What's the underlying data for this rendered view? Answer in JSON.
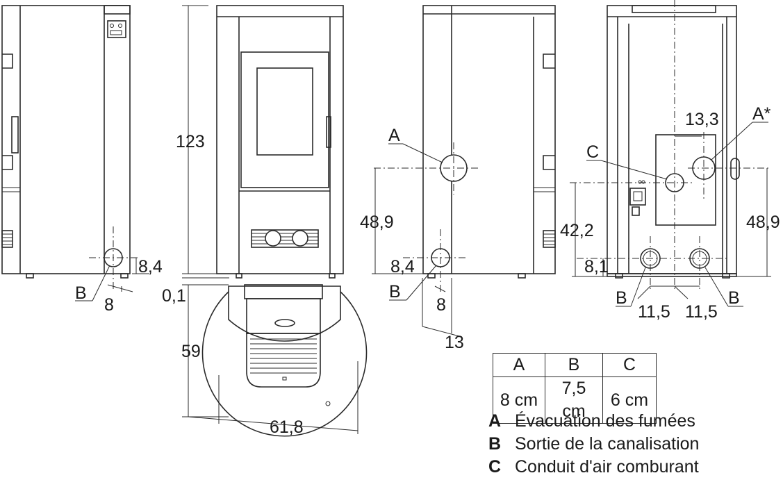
{
  "dimensions": {
    "height_total": "123",
    "base_gap": "0,1",
    "depth": "59",
    "width": "61,8",
    "side_b_height": "8,4",
    "side_b_offset": "8",
    "rear_a_height": "48,9",
    "rear_b_height": "8,4",
    "rear_b_offset": "8",
    "rear_depth": "13",
    "back_c_offset": "13,3",
    "back_c_height": "42,2",
    "back_b_height": "8,1",
    "back_a_height": "48,9",
    "back_spacing_left": "11,5",
    "back_spacing_right": "11,5"
  },
  "callouts": {
    "b_side": "B",
    "a_rear": "A",
    "b_rear": "B",
    "c_back": "C",
    "a_star_back": "A*",
    "b_back_left": "B",
    "b_back_right": "B"
  },
  "table": {
    "headers": [
      "A",
      "B",
      "C"
    ],
    "values": [
      "8 cm",
      "7,5 cm",
      "6 cm"
    ]
  },
  "legend": [
    {
      "key": "A",
      "text": "Évacuation des fumées"
    },
    {
      "key": "B",
      "text": "Sortie de la canalisation"
    },
    {
      "key": "C",
      "text": "Conduit d'air comburant"
    }
  ]
}
